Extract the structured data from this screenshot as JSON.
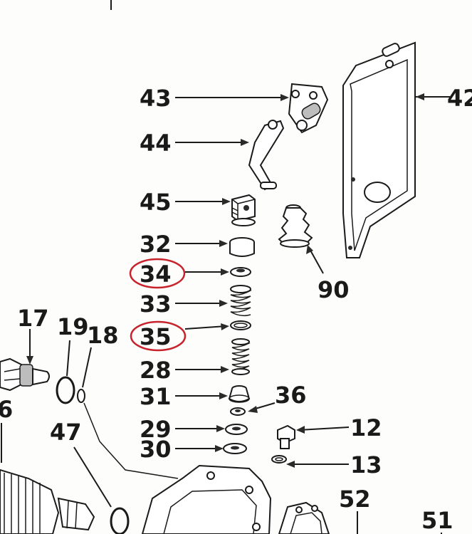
{
  "diagram": {
    "callouts": {
      "c43": "43",
      "c44": "44",
      "c45": "45",
      "c42": "42",
      "c32": "32",
      "c34": "34",
      "c33": "33",
      "c35": "35",
      "c28": "28",
      "c31": "31",
      "c29": "29",
      "c30": "30",
      "c36": "36",
      "c90": "90",
      "c17": "17",
      "c19": "19",
      "c18": "18",
      "c6": "6",
      "c47": "47",
      "c12": "12",
      "c13": "13",
      "c52": "52",
      "c51": "51"
    },
    "highlighted": [
      "34",
      "35"
    ],
    "colors": {
      "ink": "#1a1a1a",
      "highlight_ring": "#c8232c",
      "paper": "#fdfdfc"
    }
  }
}
